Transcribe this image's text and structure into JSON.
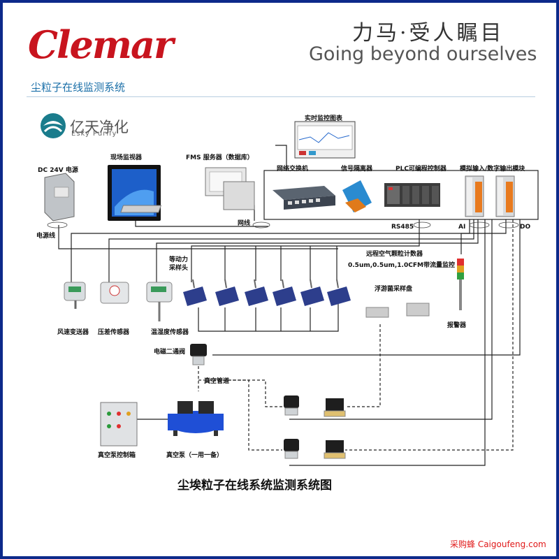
{
  "header": {
    "logo_text": "Clemar",
    "slogan_cn": "力马·受人瞩目",
    "slogan_en": "Going beyond ourselves"
  },
  "section_title": "尘粒子在线监测系统",
  "brand": {
    "name_cn": "亿天净化",
    "name_en": "Esky Purify"
  },
  "labels": {
    "realtime_chart": "实时监控图表",
    "site_monitor": "现场监视器",
    "fms_server": "FMS 服务器（数据库）",
    "dc_power": "DC 24V 电源",
    "network_switch": "网络交换机",
    "signal_isolator": "信号隔离器",
    "plc": "PLC可编程控制器",
    "io_module": "模拟输入/数字输出模块",
    "power_line": "电源线",
    "network_line": "网线",
    "rs485": "RS485",
    "ai": "AI",
    "do": "DO",
    "isokinetic_head_1": "等动力",
    "isokinetic_head_2": "采样头",
    "remote_counter": "远程空气颗粒计数器",
    "counter_spec": "0.5um,0.5um,1.0CFM带流量监控",
    "airflow_sensor": "风速变送器",
    "pressure_sensor": "压差传感器",
    "temp_humidity_sensor": "温湿度传感器",
    "plankton_sampler": "浮游菌采样盘",
    "alarm": "报警器",
    "solenoid_valve": "电磁二通阀",
    "vacuum_pipe": "真空管道",
    "vacuum_control_box": "真空泵控制箱",
    "vacuum_pump": "真空泵（一用一备）"
  },
  "diagram_title": "尘埃粒子在线系统监测系统图",
  "watermark": "采购蜂 Caigoufeng.com",
  "colors": {
    "brand_red": "#c8141e",
    "frame_blue": "#0d2a8a",
    "section_blue": "#1a6fa8",
    "sensor_blue": "#2d3e8c",
    "pump_blue": "#1f4fd6",
    "watermark_red": "#e01818"
  }
}
